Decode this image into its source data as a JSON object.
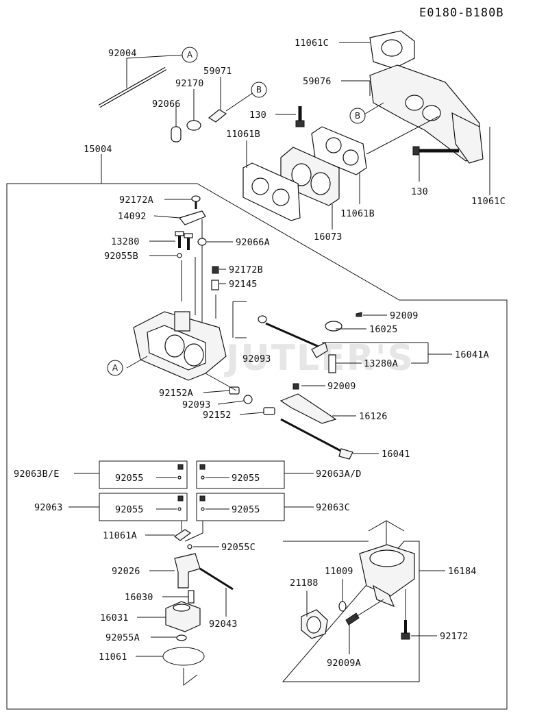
{
  "diagram_id": "E0180-B180B",
  "watermark": "JUTLER'S",
  "callouts": {
    "A": "A",
    "B": "B"
  },
  "labels": {
    "p92004": "92004",
    "p92170": "92170",
    "p59071": "59071",
    "p92066": "92066",
    "p11061C_top": "11061C",
    "p59076": "59076",
    "p130_top": "130",
    "p11061B_left": "11061B",
    "p15004": "15004",
    "p130_right": "130",
    "p11061C_right": "11061C",
    "p11061B_bottom": "11061B",
    "p16073": "16073",
    "p92172A": "92172A",
    "p14092": "14092",
    "p13280": "13280",
    "p92066A": "92066A",
    "p92055B": "92055B",
    "p92172B": "92172B",
    "p92145": "92145",
    "p92009_a": "92009",
    "p16025": "16025",
    "p92093_a": "92093",
    "p13280A": "13280A",
    "p16041A": "16041A",
    "p92152A": "92152A",
    "p92009_b": "92009",
    "p92093_b": "92093",
    "p92152": "92152",
    "p16126": "16126",
    "p16041": "16041",
    "p92063BE": "92063B/E",
    "p92055_1": "92055",
    "p92055_2": "92055",
    "p92063AD": "92063A/D",
    "p92063": "92063",
    "p92055_3": "92055",
    "p92055_4": "92055",
    "p92063C": "92063C",
    "p11061A": "11061A",
    "p92055C": "92055C",
    "p92026": "92026",
    "p16030": "16030",
    "p16031": "16031",
    "p92043": "92043",
    "p92055A": "92055A",
    "p11061": "11061",
    "p11009": "11009",
    "p21188": "21188",
    "p16184": "16184",
    "p92172": "92172",
    "p92009A": "92009A"
  }
}
